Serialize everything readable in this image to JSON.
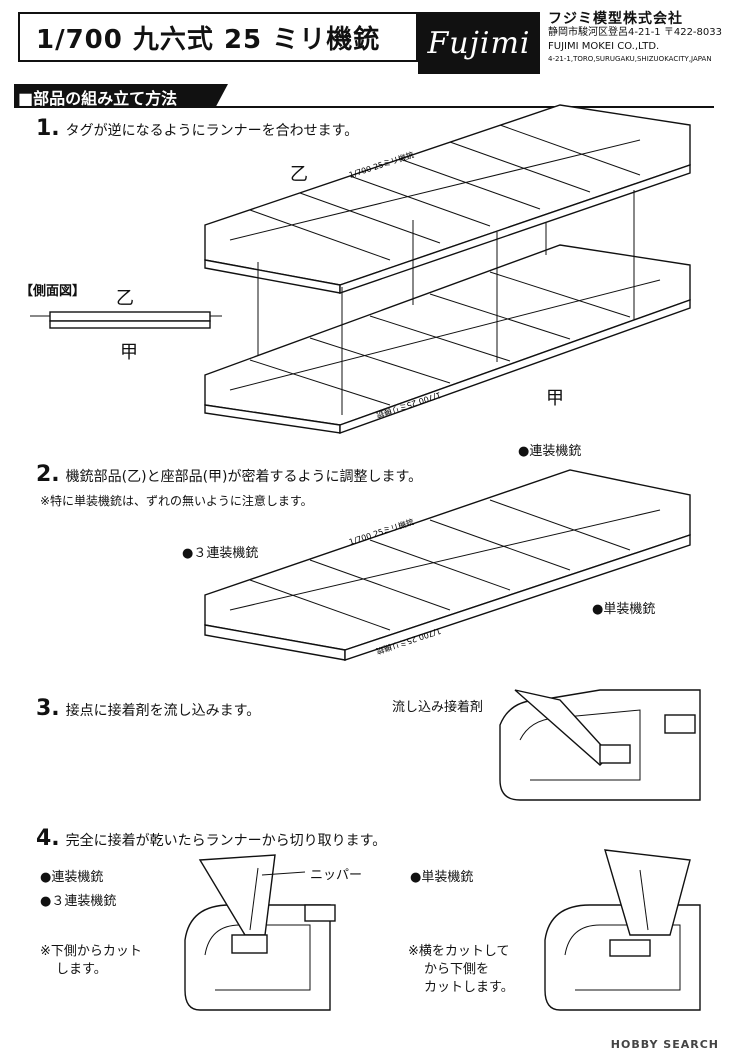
{
  "header": {
    "title": "1/700 九六式 25 ミリ機銃",
    "logo": "Fujimi",
    "company_name": "フジミ模型株式会社",
    "address_jp": "静岡市駿河区登呂4-21-1 〒422-8033",
    "company_en": "FUJIMI MOKEI CO.,LTD.",
    "address_en": "4-21-1,TORO,SURUGAKU,SHIZUOKACITY,JAPAN"
  },
  "section": {
    "title": "■部品の組み立て方法"
  },
  "step1": {
    "number": "1.",
    "text": "タグが逆になるようにランナーを合わせます。",
    "label_otsu": "乙",
    "label_kou": "甲",
    "side_view_label": "【側面図】",
    "side_otsu": "乙",
    "side_kou": "甲",
    "runner_tag_top": "1/700 25ミリ機銃",
    "runner_tag_bottom": "1/700 25ミリ機銃"
  },
  "step2": {
    "number": "2.",
    "text": "機銃部品(乙)と座部品(甲)が密着するように調整します。",
    "note": "※特に単装機銃は、ずれの無いように注意します。",
    "callout_twin": "●連装機銃",
    "callout_triple": "●３連装機銃",
    "callout_single": "●単装機銃",
    "runner_tag_top": "1/700 25ミリ機銃",
    "runner_tag_bottom": "1/700 25ミリ機銃"
  },
  "step3": {
    "number": "3.",
    "text": "接点に接着剤を流し込みます。",
    "callout_glue": "流し込み接着剤"
  },
  "step4": {
    "number": "4.",
    "text": "完全に接着が乾いたらランナーから切り取ります。",
    "left_item1": "●連装機銃",
    "left_item2": "●３連装機銃",
    "left_note_line1": "※下側からカット",
    "left_note_line2": "します。",
    "nipper_label": "ニッパー",
    "right_item": "●単装機銃",
    "right_note_line1": "※横をカットして",
    "right_note_line2": "から下側を",
    "right_note_line3": "カットします。"
  },
  "footer": {
    "watermark": "HOBBY SEARCH"
  }
}
